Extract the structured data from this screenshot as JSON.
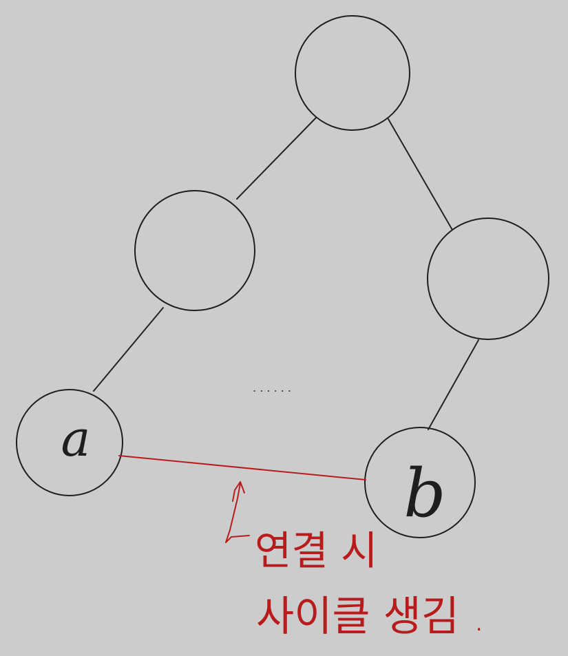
{
  "diagram": {
    "nodes": [
      {
        "id": "top",
        "label": ""
      },
      {
        "id": "mid-left",
        "label": ""
      },
      {
        "id": "mid-right",
        "label": ""
      },
      {
        "id": "a",
        "label": "a"
      },
      {
        "id": "b",
        "label": "b"
      }
    ],
    "edges": [
      {
        "from": "top",
        "to": "mid-left"
      },
      {
        "from": "top",
        "to": "mid-right"
      },
      {
        "from": "mid-left",
        "to": "a"
      },
      {
        "from": "mid-right",
        "to": "b"
      },
      {
        "from": "a",
        "to": "b",
        "highlight": true
      }
    ],
    "ellipsis": ". . . . . .",
    "annotation": {
      "line1": "연결 시",
      "line2": "사이클 생김 ."
    },
    "colors": {
      "background": "#cccccc",
      "ink": "#1e1e1e",
      "highlight": "#b81b1b"
    }
  }
}
